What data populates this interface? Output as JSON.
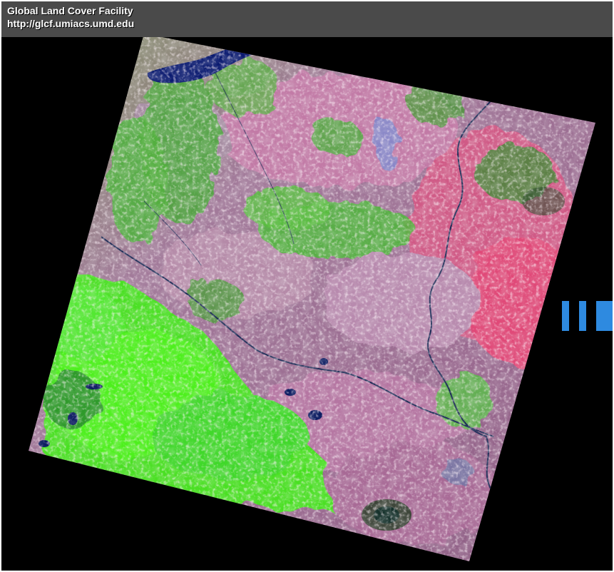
{
  "header": {
    "title": "Global Land Cover Facility",
    "url": "http://glcf.umiacs.umd.edu"
  },
  "scene": {
    "image_type": "satellite-false-color-landsat-scene",
    "colors": {
      "background": "#000000",
      "header_bg": "#4a4a4a",
      "vegetation": "#3fc42a",
      "bright_vegetation": "#4df01e",
      "urban_pink": "#c7789c",
      "bare_soil_magenta": "#e04a78",
      "water": "#0a1a70",
      "river": "#1a2a55",
      "nav_indicator": "#2e8ae0"
    }
  }
}
